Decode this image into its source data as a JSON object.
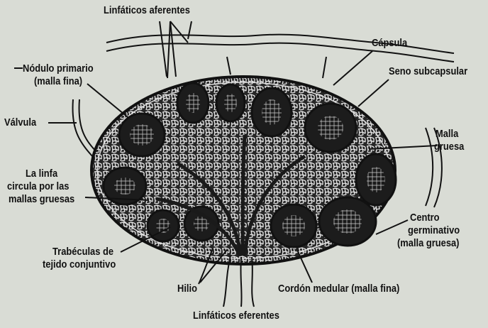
{
  "labels": {
    "aferentes": "Linfáticos aferentes",
    "capsula": "Cápsula",
    "nodulo_1": "Nódulo primario",
    "nodulo_2": "(malla fina)",
    "seno": "Seno subcapsular",
    "valvula": "Válvula",
    "malla_1": "Malla",
    "malla_2": "gruesa",
    "linfa_1": "La linfa",
    "linfa_2": "circula por las",
    "linfa_3": "mallas gruesas",
    "centro_1": "Centro",
    "centro_2": "germinativo",
    "centro_3": "(malla gruesa)",
    "trab_1": "Trabéculas de",
    "trab_2": "tejido conjuntivo",
    "hilio": "Hilio",
    "cordon": "Cordón medular (malla fina)",
    "eferentes": "Linfáticos eferentes"
  },
  "colors": {
    "background": "#d9dcd5",
    "ink": "#111111",
    "tissue": "#2a2a2a",
    "vessel": "#ececec"
  }
}
